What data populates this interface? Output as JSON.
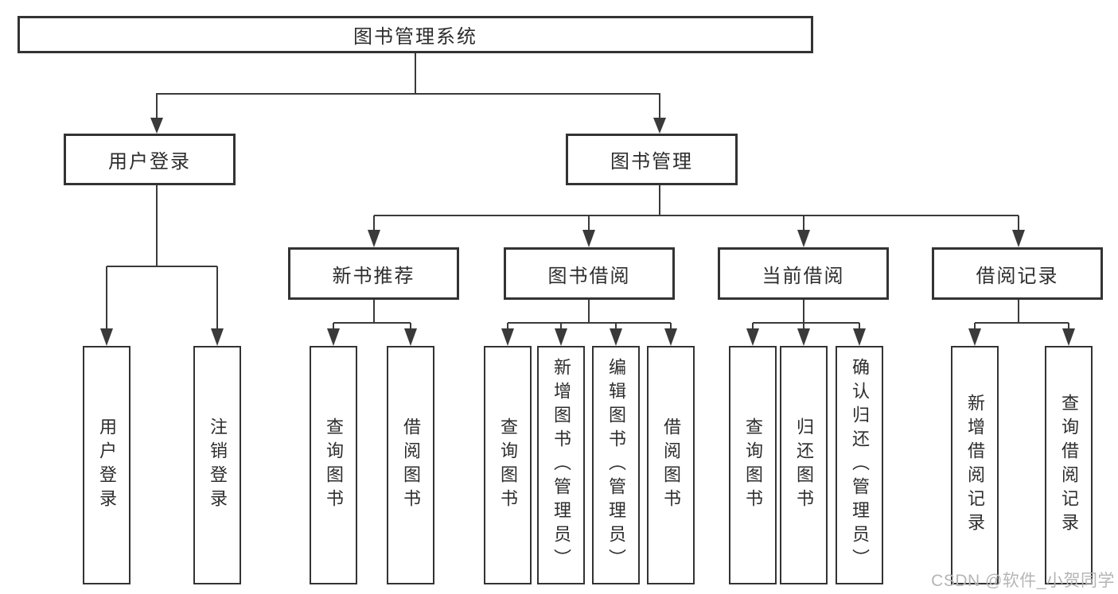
{
  "diagram": {
    "root": {
      "label": "图书管理系统"
    },
    "branches": [
      {
        "label": "用户登录",
        "children": [
          {
            "label": "用户登录"
          },
          {
            "label": "注销登录"
          }
        ]
      },
      {
        "label": "图书管理",
        "children": [
          {
            "label": "新书推荐",
            "children": [
              {
                "label": "查询图书"
              },
              {
                "label": "借阅图书"
              }
            ]
          },
          {
            "label": "图书借阅",
            "children": [
              {
                "label": "查询图书"
              },
              {
                "label": "新增图书（管理员）"
              },
              {
                "label": "编辑图书（管理员）"
              },
              {
                "label": "借阅图书"
              }
            ]
          },
          {
            "label": "当前借阅",
            "children": [
              {
                "label": "查询图书"
              },
              {
                "label": "归还图书"
              },
              {
                "label": "确认归还（管理员）"
              }
            ]
          },
          {
            "label": "借阅记录",
            "children": [
              {
                "label": "新增借阅记录"
              },
              {
                "label": "查询借阅记录"
              }
            ]
          }
        ]
      }
    ]
  },
  "watermark": {
    "text": "CSDN @软件_小贺同学"
  },
  "colors": {
    "line": "#3a3a3a",
    "box_border": "#333333",
    "text": "#2d2d2d",
    "watermark": "#b5b5b5",
    "background": "#ffffff"
  }
}
